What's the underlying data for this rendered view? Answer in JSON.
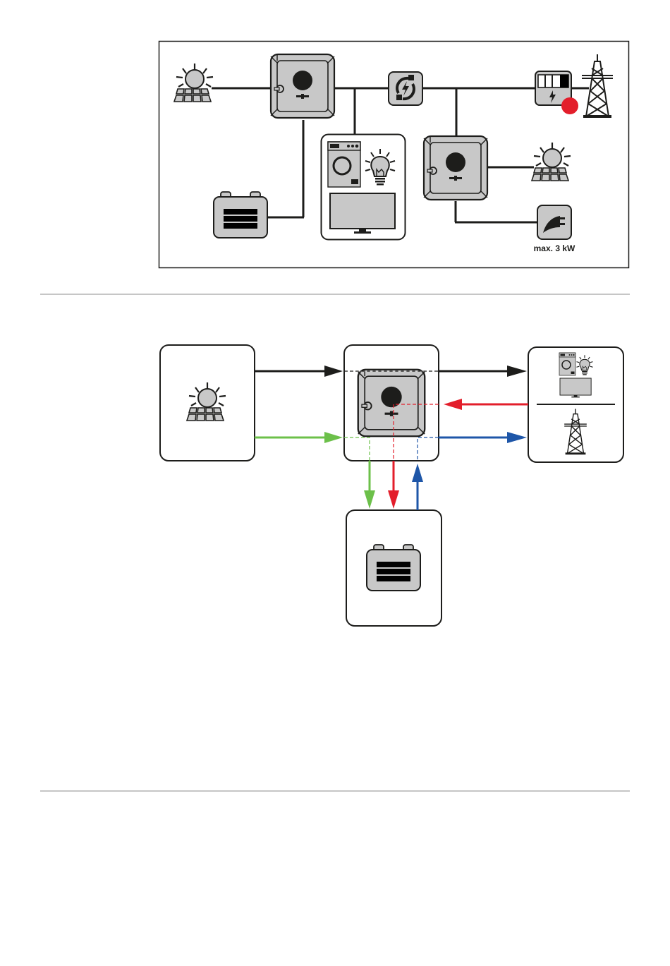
{
  "diagram1": {
    "title": "system-overview",
    "components": [
      {
        "id": "pv-1",
        "icon": "solar-panel-icon"
      },
      {
        "id": "inverter-1",
        "icon": "hybrid-inverter-icon"
      },
      {
        "id": "battery",
        "icon": "battery-icon"
      },
      {
        "id": "consumers",
        "icon": "household-consumers-icon",
        "items": [
          "washing-machine",
          "light-bulb",
          "television"
        ]
      },
      {
        "id": "ac-coupling",
        "icon": "power-exchange-icon"
      },
      {
        "id": "inverter-2",
        "icon": "inverter-icon"
      },
      {
        "id": "pv-2",
        "icon": "solar-panel-icon"
      },
      {
        "id": "meter",
        "icon": "energy-meter-icon",
        "status_dot_color": "#e31e2b"
      },
      {
        "id": "grid",
        "icon": "power-pylon-icon"
      },
      {
        "id": "backup-plug",
        "icon": "plug-icon"
      }
    ],
    "backup_label": "max. 3 kW"
  },
  "diagram2": {
    "title": "energy-flow",
    "flows": [
      {
        "from": "pv",
        "to": "consumers",
        "color": "#1d1d1b"
      },
      {
        "from": "pv",
        "to": "battery",
        "color": "#6cc04a"
      },
      {
        "from": "grid",
        "to": "battery",
        "color": "#e31e2b"
      },
      {
        "from": "battery",
        "to": "grid",
        "color": "#1e56a8"
      }
    ]
  },
  "colors": {
    "stroke": "#1d1d1b",
    "fill_gray": "#c8c8c8",
    "green": "#6cc04a",
    "red": "#e31e2b",
    "blue": "#1e56a8",
    "divider": "#c6c6c6"
  }
}
